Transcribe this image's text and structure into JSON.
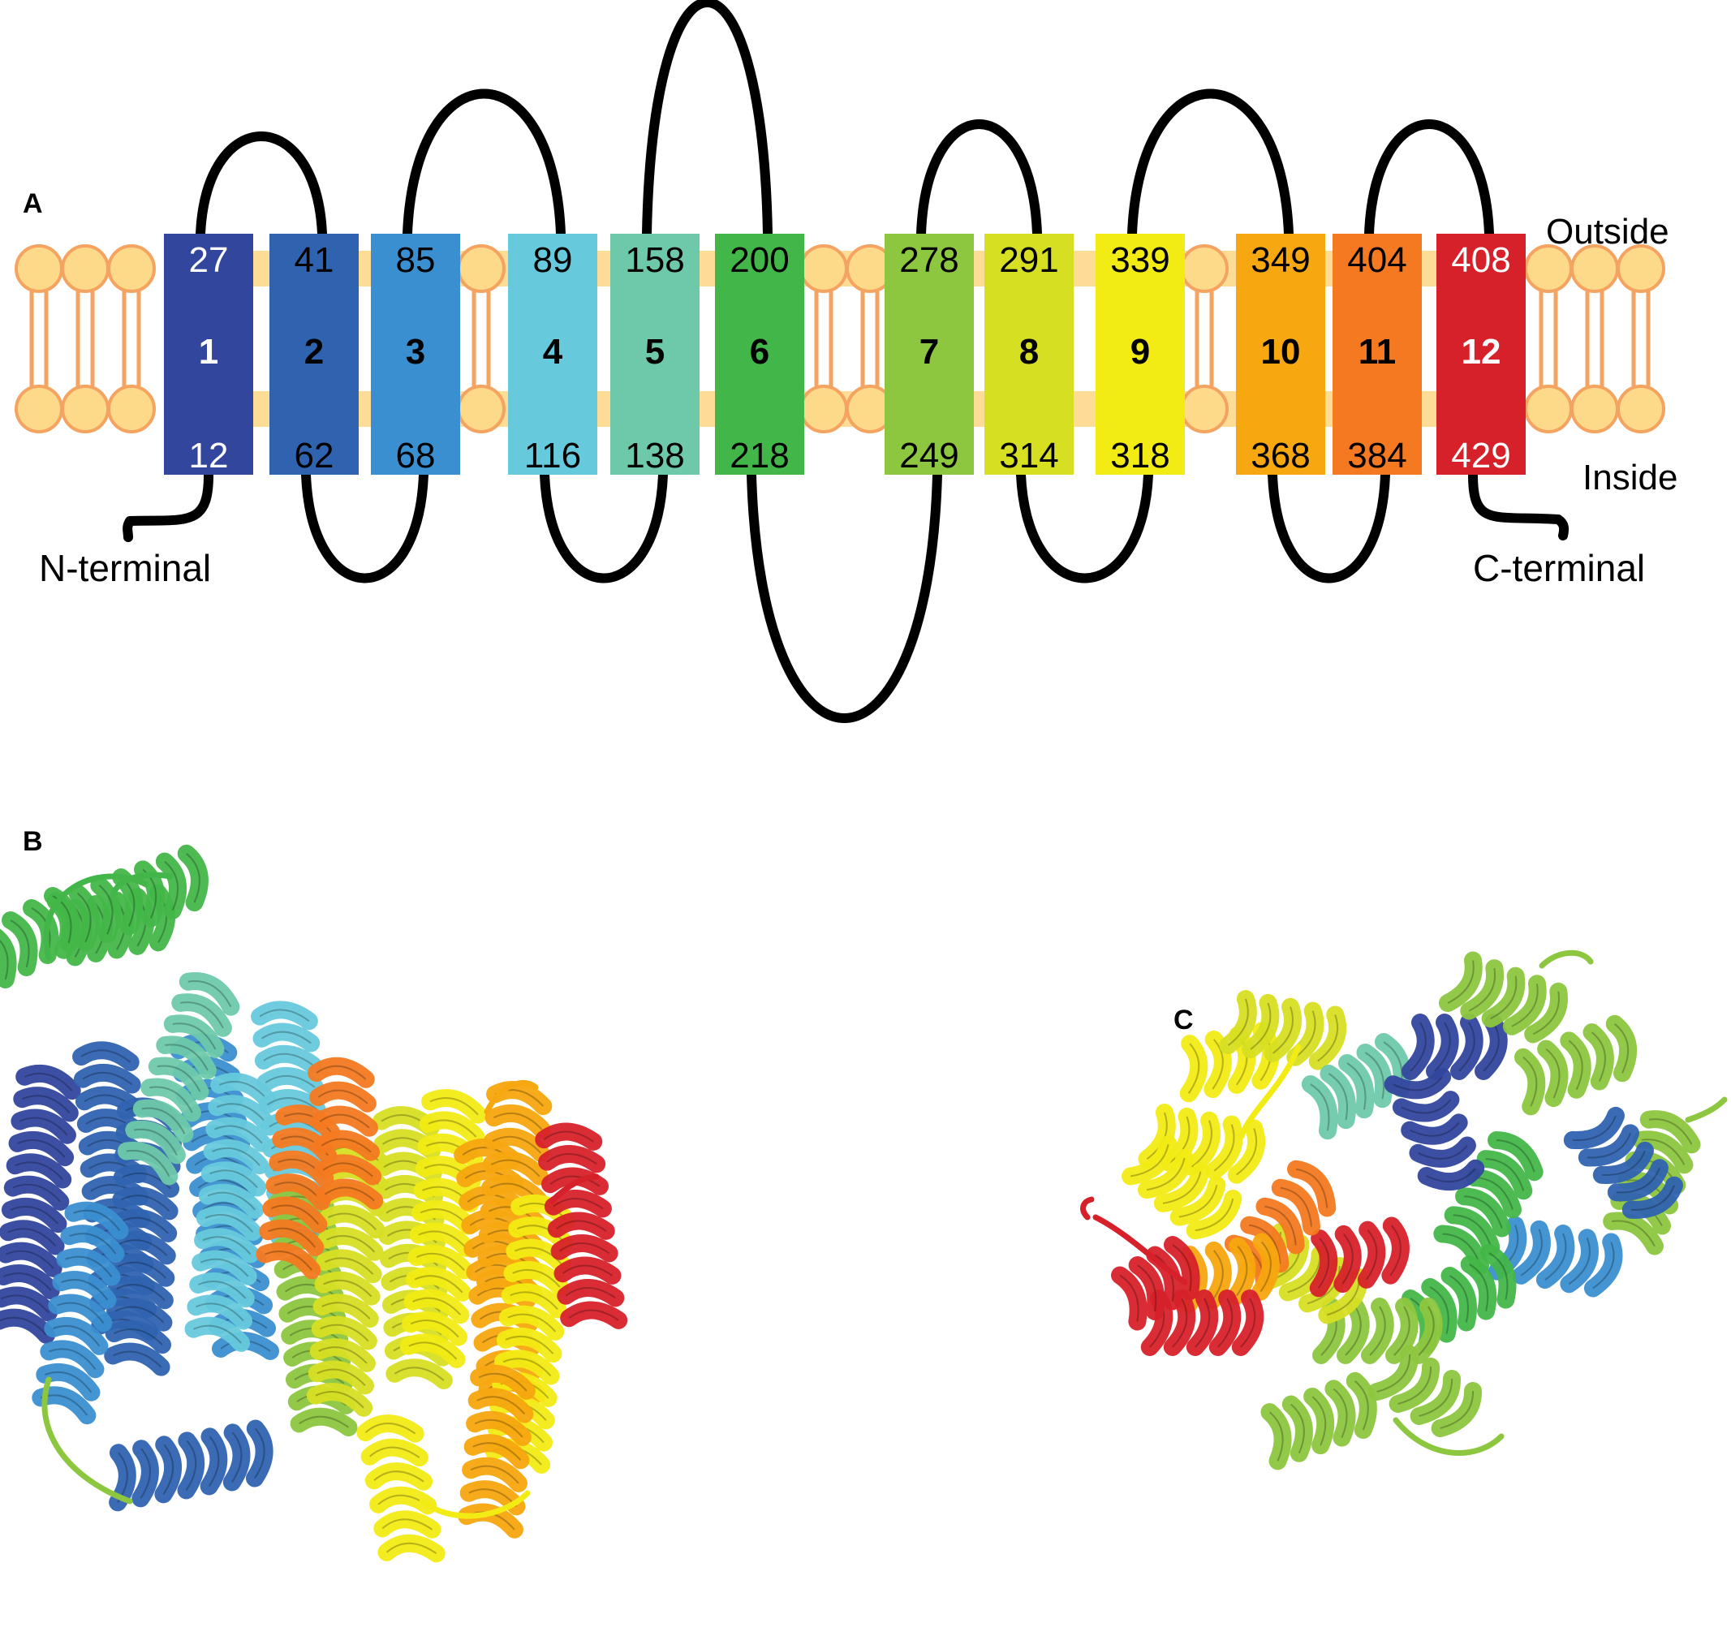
{
  "panels": {
    "a": {
      "label": "A"
    },
    "b": {
      "label": "B"
    },
    "c": {
      "label": "C"
    }
  },
  "membrane": {
    "outside_label": "Outside",
    "inside_label": "Inside",
    "lipid_head_color": "#fdd98a",
    "lipid_edge_color": "#f4a460"
  },
  "termini": {
    "n_label": "N-terminal",
    "c_label": "C-terminal"
  },
  "helices": [
    {
      "number": "1",
      "top": "27",
      "bottom": "12",
      "color": "#33469e",
      "text_color": "#ffffff"
    },
    {
      "number": "2",
      "top": "41",
      "bottom": "62",
      "color": "#2f63b0",
      "text_color": "#000000"
    },
    {
      "number": "3",
      "top": "85",
      "bottom": "68",
      "color": "#3a8fd0",
      "text_color": "#000000"
    },
    {
      "number": "4",
      "top": "89",
      "bottom": "116",
      "color": "#67c9dc",
      "text_color": "#000000"
    },
    {
      "number": "5",
      "top": "158",
      "bottom": "138",
      "color": "#6ec9aa",
      "text_color": "#000000"
    },
    {
      "number": "6",
      "top": "200",
      "bottom": "218",
      "color": "#43b649",
      "text_color": "#000000"
    },
    {
      "number": "7",
      "top": "278",
      "bottom": "249",
      "color": "#8dc63f",
      "text_color": "#000000"
    },
    {
      "number": "8",
      "top": "291",
      "bottom": "314",
      "color": "#d7df23",
      "text_color": "#000000"
    },
    {
      "number": "9",
      "top": "339",
      "bottom": "318",
      "color": "#f2eb14",
      "text_color": "#000000"
    },
    {
      "number": "10",
      "top": "349",
      "bottom": "368",
      "color": "#f7a70f",
      "text_color": "#000000"
    },
    {
      "number": "11",
      "top": "404",
      "bottom": "384",
      "color": "#f47920",
      "text_color": "#000000"
    },
    {
      "number": "12",
      "top": "408",
      "bottom": "429",
      "color": "#d7212a",
      "text_color": "#ffffff"
    }
  ]
}
